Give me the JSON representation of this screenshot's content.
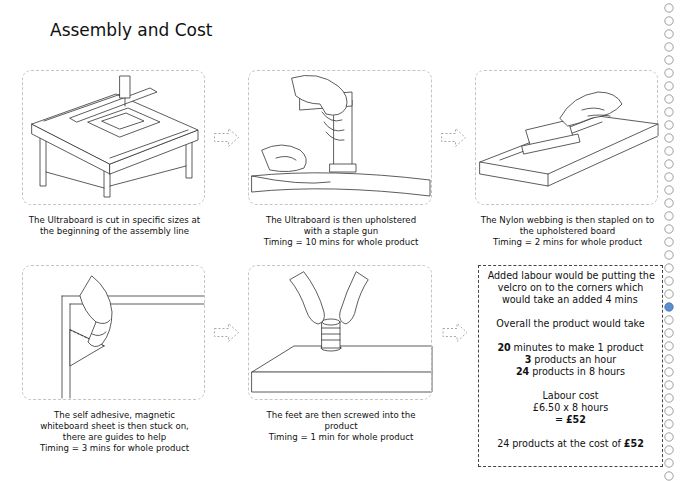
{
  "diagram": {
    "title": "Assembly and Cost",
    "nodes": [
      {
        "text": [
          "The Ultraboard is cut in specific sizes at the beginning of the assembly line"
        ]
      },
      {
        "text": [
          "The Ultraboard is then upholstered with a staple gun",
          "Timing = 10 mins for whole product"
        ]
      },
      {
        "text": [
          "The Nylon webbing is then stapled on to the upholstered board",
          "Timing = 2 mins for whole product"
        ]
      },
      {
        "text": [
          "The self adhesive, magnetic whiteboard sheet is then stuck on, there are guides to help",
          "Timing = 3 mins for whole product"
        ]
      },
      {
        "text": [
          "The feet are then screwed into the product",
          "Timing = 1 min for whole product"
        ]
      },
      {
        "text": [
          "Added labour would be putting the velcro on to the corners which would take an added 4 mins",
          "Overall the product would take",
          "20",
          "minutes to make 1 product",
          "3",
          "products an hour",
          "24",
          "products in 8 hours",
          "Labour cost",
          "£6.50 x 8 hours",
          "=",
          "£52",
          "24",
          "products at the cost of",
          "£52"
        ]
      }
    ],
    "edges": [
      {
        "from": 0,
        "to": 1,
        "arrow": "to"
      },
      {
        "from": 1,
        "to": 2,
        "arrow": "to"
      },
      {
        "from": 3,
        "to": 4,
        "arrow": "to"
      },
      {
        "from": 4,
        "to": 5,
        "arrow": "to"
      }
    ]
  }
}
